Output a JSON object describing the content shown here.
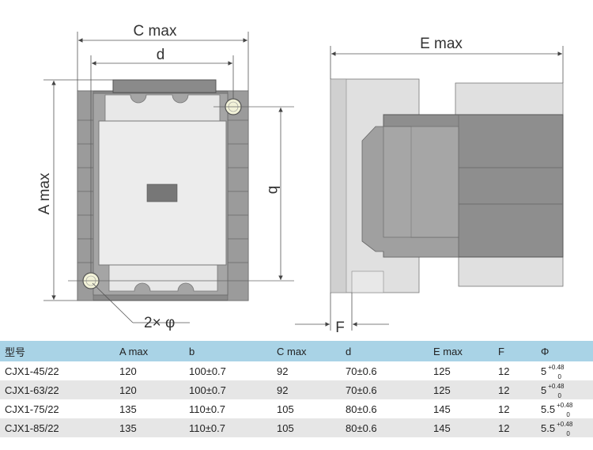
{
  "dimensions": {
    "c_max": "C max",
    "d": "d",
    "a_max": "A max",
    "b": "b",
    "e_max": "E max",
    "f": "F",
    "hole": "2× φ"
  },
  "table": {
    "header_color": "#a9d3e6",
    "headers": [
      "型号",
      "A max",
      "b",
      "C max",
      "d",
      "E max",
      "F",
      "Φ"
    ],
    "rows": [
      {
        "model": "CJX1-45/22",
        "a": "120",
        "b": "100±0.7",
        "c": "92",
        "d": "70±0.6",
        "e": "125",
        "f": "12",
        "phi": "5",
        "tol_upper": "+0.48",
        "tol_lower": "0"
      },
      {
        "model": "CJX1-63/22",
        "a": "120",
        "b": "100±0.7",
        "c": "92",
        "d": "70±0.6",
        "e": "125",
        "f": "12",
        "phi": "5",
        "tol_upper": "+0.48",
        "tol_lower": "0"
      },
      {
        "model": "CJX1-75/22",
        "a": "135",
        "b": "110±0.7",
        "c": "105",
        "d": "80±0.6",
        "e": "145",
        "f": "12",
        "phi": "5.5",
        "tol_upper": "+0.48",
        "tol_lower": "0"
      },
      {
        "model": "CJX1-85/22",
        "a": "135",
        "b": "110±0.7",
        "c": "105",
        "d": "80±0.6",
        "e": "145",
        "f": "12",
        "phi": "5.5",
        "tol_upper": "+0.48",
        "tol_lower": "0"
      }
    ]
  }
}
